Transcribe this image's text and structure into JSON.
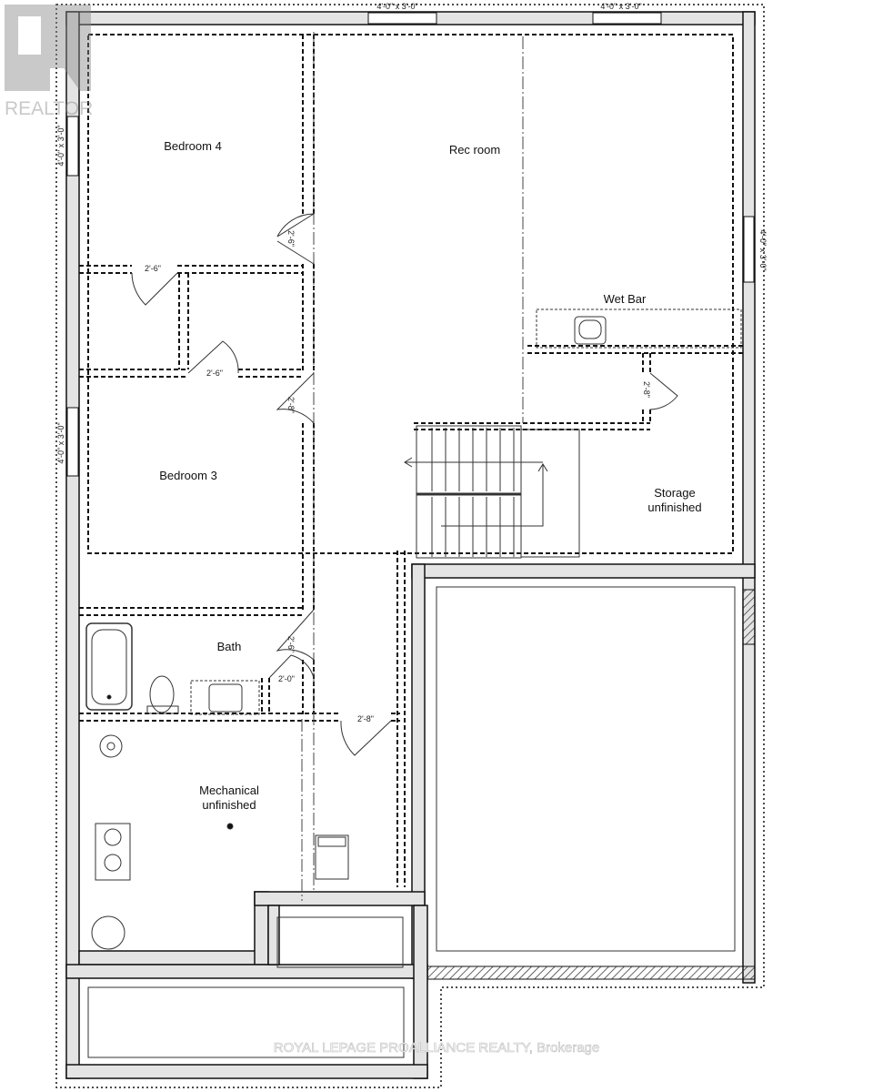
{
  "rooms": {
    "bedroom4": "Bedroom 4",
    "rec_room": "Rec room",
    "wet_bar": "Wet Bar",
    "bedroom3": "Bedroom 3",
    "storage_line1": "Storage",
    "storage_line2": "unfinished",
    "bath": "Bath",
    "mechanical_line1": "Mechanical",
    "mechanical_line2": "unfinished"
  },
  "windows": {
    "top_left": "4'-0\" x 3'-0\"",
    "top_right": "4'-0\" x 3'-0\"",
    "left_upper": "4'-0\" x 3'-0\"",
    "left_lower": "4'-0\" x 3'-0\"",
    "right": "4'-0\" x 3'-0\""
  },
  "doors": {
    "bed4_closet": "2'-6\"",
    "hall_closet": "2'-6\"",
    "bed4_door": "2'-6\"",
    "bed3_door": "2'-8\"",
    "bath_door": "2'-6\"",
    "bath_closet": "2'-0\"",
    "mechanical_door": "2'-8\"",
    "storage_door": "2'-8\""
  },
  "watermarks": {
    "realtor": "REALTOR",
    "brokerage": "ROYAL LEPAGE PROALLIANCE REALTY, Brokerage"
  },
  "colors": {
    "wall_fill": "#e4e4e4",
    "line": "#111111"
  }
}
